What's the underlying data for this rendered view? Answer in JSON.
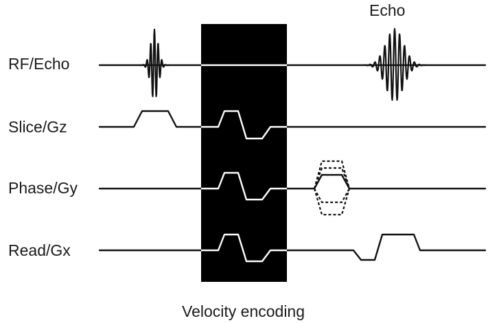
{
  "rows": [
    {
      "label": "RF/Echo"
    },
    {
      "label": "Slice/Gz"
    },
    {
      "label": "Phase/Gy"
    },
    {
      "label": "Read/Gx"
    }
  ],
  "annotations": {
    "echo": "Echo",
    "block": "Velocity encoding"
  },
  "colors": {
    "background": "#ffffff",
    "line": "#111111",
    "block": "#000000",
    "line_in_block": "#ffffff"
  }
}
